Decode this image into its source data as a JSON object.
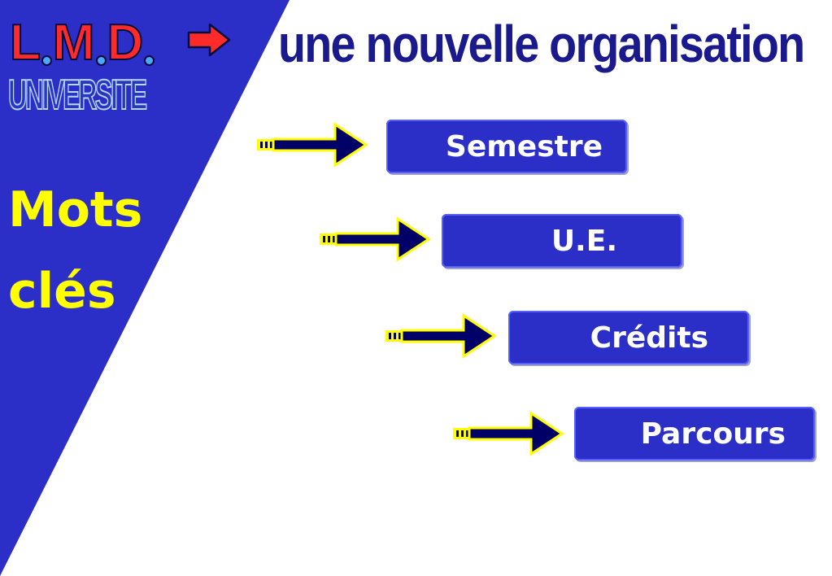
{
  "header": {
    "lmd_letters": [
      "L",
      "M",
      "D"
    ],
    "universite": "UNIVERSITE",
    "headline": "une nouvelle organisation"
  },
  "sidebar": {
    "mots_cles_line1": "Mots",
    "mots_cles_line2": "clés"
  },
  "keywords": [
    {
      "label": "Semestre"
    },
    {
      "label": "U.E."
    },
    {
      "label": "Crédits"
    },
    {
      "label": "Parcours"
    }
  ],
  "colors": {
    "panel_blue": "#2b2fc8",
    "title_navy": "#1a1a8c",
    "lmd_red": "#ff2a2a",
    "keyword_yellow": "#ffff00"
  }
}
